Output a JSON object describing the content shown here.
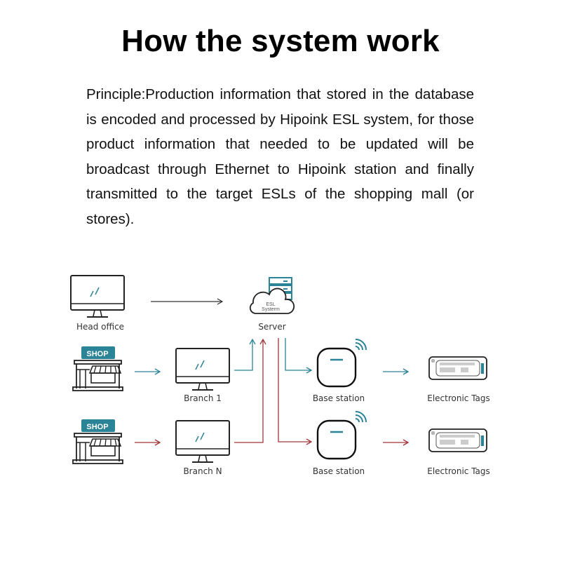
{
  "title": "How the system work",
  "principle": "Principle:Production information that stored in the database is encoded and processed by Hipoink ESL system, for those product information that needed to be updated will be broadcast through Ethernet to Hipoink station and finally transmitted to the target ESLs of the shopping mall (or stores).",
  "colors": {
    "accent_blue": "#2a8396",
    "accent_red": "#a0363a",
    "icon_stroke": "#222222",
    "tag_gray": "#cccccc"
  },
  "nodes": {
    "head_office": {
      "label": "Head office",
      "icon": "monitor-icon"
    },
    "server": {
      "label": "Server",
      "icon": "cloud-server-icon",
      "cloud_text_1": "ESL",
      "cloud_text_2": "Systerm"
    },
    "shop_1": {
      "badge": "SHOP",
      "icon": "shop-icon"
    },
    "shop_n": {
      "badge": "SHOP",
      "icon": "shop-icon"
    },
    "branch_1": {
      "label": "Branch 1",
      "icon": "monitor-icon"
    },
    "branch_n": {
      "label": "Branch N",
      "icon": "monitor-icon"
    },
    "base_station_1": {
      "label": "Base station",
      "icon": "access-point-icon"
    },
    "base_station_2": {
      "label": "Base station",
      "icon": "access-point-icon"
    },
    "tags_1": {
      "label": "Electronic Tags",
      "icon": "esl-tag-icon"
    },
    "tags_2": {
      "label": "Electronic Tags",
      "icon": "esl-tag-icon"
    }
  },
  "flows": [
    {
      "from": "Head office",
      "to": "Server",
      "color": "dark"
    },
    {
      "from": "SHOP",
      "to": "Branch 1",
      "color": "blue"
    },
    {
      "from": "Branch 1",
      "to": "Server",
      "color": "blue"
    },
    {
      "from": "Server",
      "to": "Base station",
      "color": "blue"
    },
    {
      "from": "Base station",
      "to": "Electronic Tags",
      "color": "blue"
    },
    {
      "from": "SHOP",
      "to": "Branch N",
      "color": "red"
    },
    {
      "from": "Branch N",
      "to": "Server",
      "color": "red"
    },
    {
      "from": "Server",
      "to": "Base station",
      "color": "red"
    },
    {
      "from": "Base station",
      "to": "Electronic Tags",
      "color": "red"
    }
  ]
}
